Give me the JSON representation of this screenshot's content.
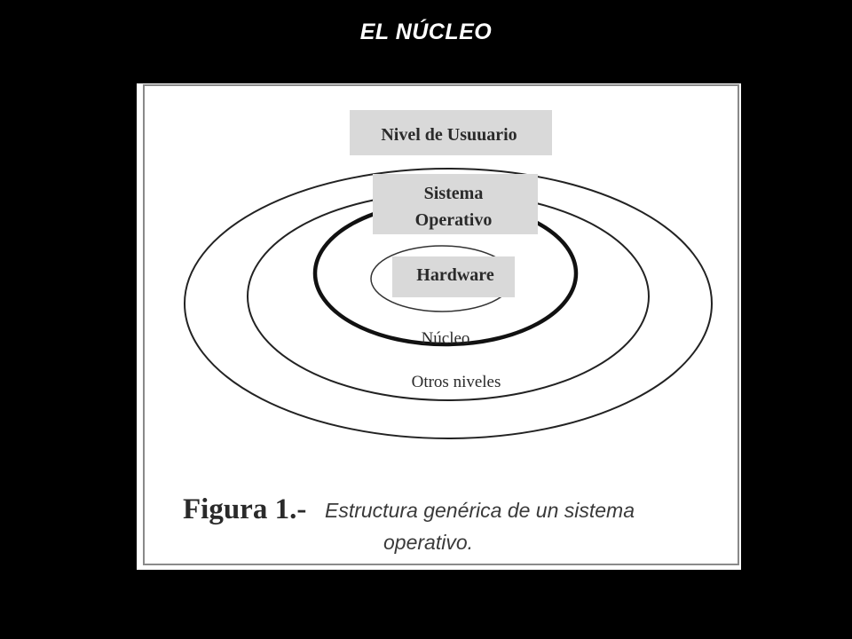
{
  "slide": {
    "title": "EL NÚCLEO"
  },
  "diagram": {
    "layers": {
      "user_level": "Nivel de Usuuario",
      "os_line1": "Sistema",
      "os_line2": "Operativo",
      "hardware": "Hardware",
      "kernel": "Núcleo",
      "other_levels": "Otros niveles"
    },
    "caption": {
      "figure_label": "Figura 1.-",
      "text_line1": "Estructura genérica de un sistema",
      "text_line2": "operativo."
    }
  }
}
